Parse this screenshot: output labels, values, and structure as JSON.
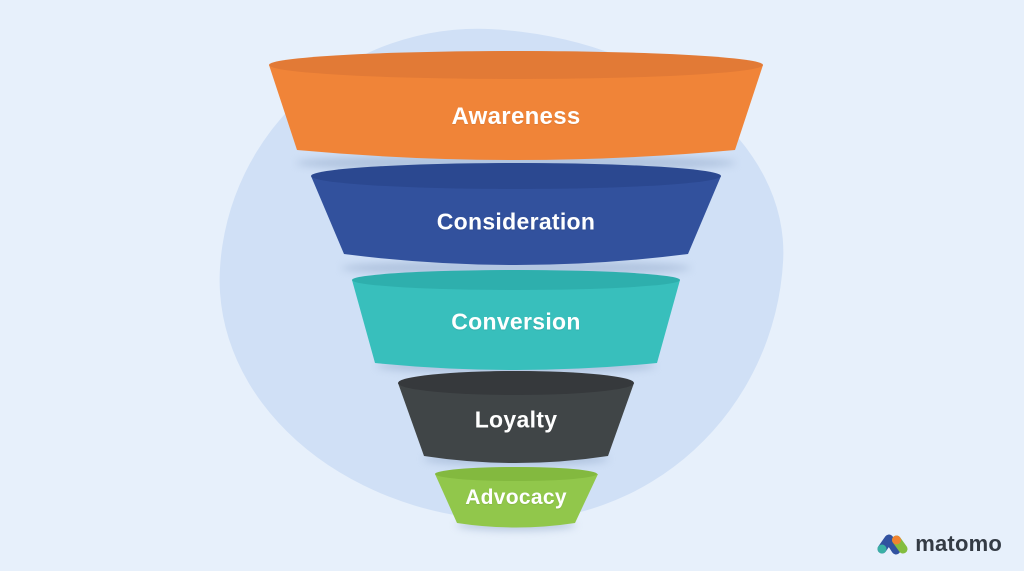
{
  "title": "Marketing funnel illustration",
  "palette": {
    "page_background": "#E7F0FB",
    "blob_background": "#D0E0F6",
    "stage_label_color": "#FFFFFF"
  },
  "funnel": {
    "stages": [
      {
        "label": "Awareness",
        "color": "#F08438",
        "rim_color": "#E27A36"
      },
      {
        "label": "Consideration",
        "color": "#32519D",
        "rim_color": "#2B4890"
      },
      {
        "label": "Conversion",
        "color": "#38BFBC",
        "rim_color": "#2EAFAD"
      },
      {
        "label": "Loyalty",
        "color": "#404547",
        "rim_color": "#36393C"
      },
      {
        "label": "Advocacy",
        "color": "#91C74B",
        "rim_color": "#83B93F"
      }
    ]
  },
  "logo": {
    "wordmark": "matomo",
    "wordmark_color": "#343B44",
    "icon_colors": {
      "teal": "#3AB0A5",
      "blue": "#3152A0",
      "orange": "#F08330",
      "green": "#83BD3F"
    }
  }
}
